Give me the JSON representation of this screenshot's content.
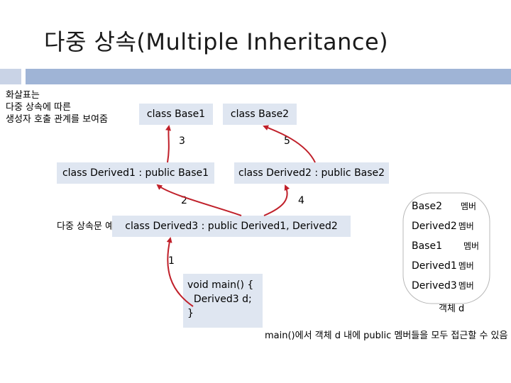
{
  "title": "다중 상속(Multiple Inheritance)",
  "note_left": [
    "화살표는",
    "다중 상속에 따른",
    "생성자 호출 관계를 보여줌"
  ],
  "classes": {
    "base1": "class Base1",
    "base2": "class Base2",
    "derived1": "class Derived1 : public Base1",
    "derived2": "class Derived2 : public Base2",
    "derived3": "class Derived3 : public Derived1,  Derived2"
  },
  "order_numbers": {
    "n3": "3",
    "n5": "5",
    "n2": "2",
    "n4": "4",
    "n1": "1"
  },
  "multi_inherit_example": "다중 상속문 예",
  "code_lines": [
    "void main() {",
    "  Derived3 d;",
    "}"
  ],
  "members": [
    {
      "name": "Base2",
      "suffix": "멤버"
    },
    {
      "name": "Derived2",
      "suffix": "멤버"
    },
    {
      "name": "Base1",
      "suffix": "멤버"
    },
    {
      "name": "Derived1",
      "suffix": "멤버"
    },
    {
      "name": "Derived3",
      "suffix": "멤버"
    }
  ],
  "object_label": "객체 d",
  "bottom_note": "main()에서 객체 d 내에 public 멤버들을 모두 접근할 수 있음",
  "colors": {
    "arrow": "#c0202a",
    "box": "#dfe6f1",
    "bar": "#9fb4d6",
    "bar_light": "#c9d3e6"
  }
}
